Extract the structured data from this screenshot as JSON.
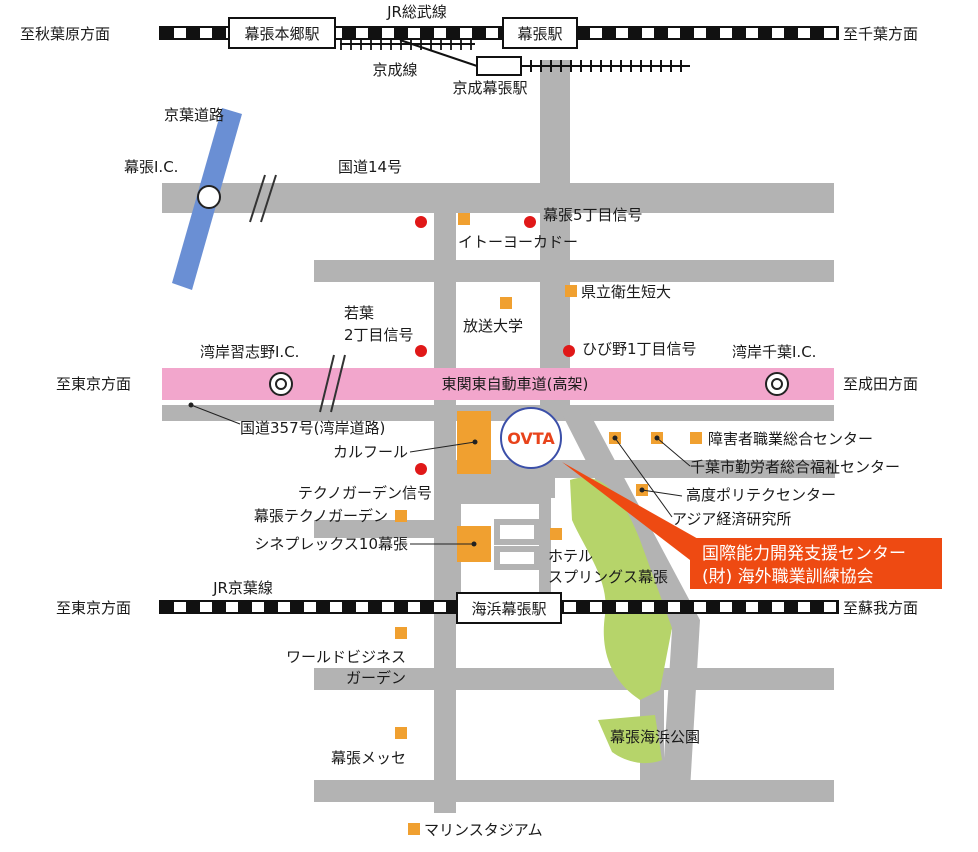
{
  "colors": {
    "road": "#b3b3b3",
    "expressway": "#f2a6cc",
    "keiyo_road": "#6a8fd4",
    "park": "#b6d46a",
    "signal": "#e01818",
    "facility": "#f0a030",
    "callout": "#ee4a12",
    "ovta_ring": "#3b4fa8",
    "ovta_text": "#e8431b"
  },
  "rail": {
    "sobu_line": "JR総武線",
    "keisei_line": "京成線",
    "keiyo_line": "JR京葉線",
    "to_akihabara": "至秋葉原方面",
    "to_chiba": "至千葉方面",
    "to_tokyo_top": "至東京方面",
    "to_soga": "至蘇我方面"
  },
  "stations": {
    "makuharihongo": "幕張本郷駅",
    "makuhari": "幕張駅",
    "keisei_makuhari": "京成幕張駅",
    "kaihin_makuhari": "海浜幕張駅"
  },
  "roads": {
    "keiyo_doro": "京葉道路",
    "makuhari_ic": "幕張I.C.",
    "route14": "国道14号",
    "expressway": "東関東自動車道(高架)",
    "wangan_narashino_ic": "湾岸習志野I.C.",
    "wangan_chiba_ic": "湾岸千葉I.C.",
    "to_tokyo_exp": "至東京方面",
    "to_narita": "至成田方面",
    "route357": "国道357号(湾岸道路)"
  },
  "signals": {
    "makuhari5": "幕張5丁目信号",
    "wakaba2_line1": "若葉",
    "wakaba2_line2": "2丁目信号",
    "hibino1": "ひび野1丁目信号",
    "technogarden": "テクノガーデン信号"
  },
  "places": {
    "itoyokado": "イトーヨーカドー",
    "kenritsu": "県立衛生短大",
    "hoso_daigaku": "放送大学",
    "carrefour": "カルフール",
    "shogaisha": "障害者職業総合センター",
    "chiba_kinrosha": "千葉市勤労者総合福祉センター",
    "kodo_poly": "高度ポリテクセンター",
    "asia_keizai": "アジア経済研究所",
    "makuhari_techno": "幕張テクノガーデン",
    "cineplex": "シネプレックス10幕張",
    "hotel_line1": "ホテル",
    "hotel_line2": "スプリングス幕張",
    "world_line1": "ワールドビジネス",
    "world_line2": "ガーデン",
    "messe": "幕張メッセ",
    "kaihin_park": "幕張海浜公園",
    "marine": "マリンスタジアム"
  },
  "ovta": {
    "logo": "OVTA",
    "callout_line1": "国際能力開発支援センター",
    "callout_line2": "(財) 海外職業訓練協会"
  }
}
